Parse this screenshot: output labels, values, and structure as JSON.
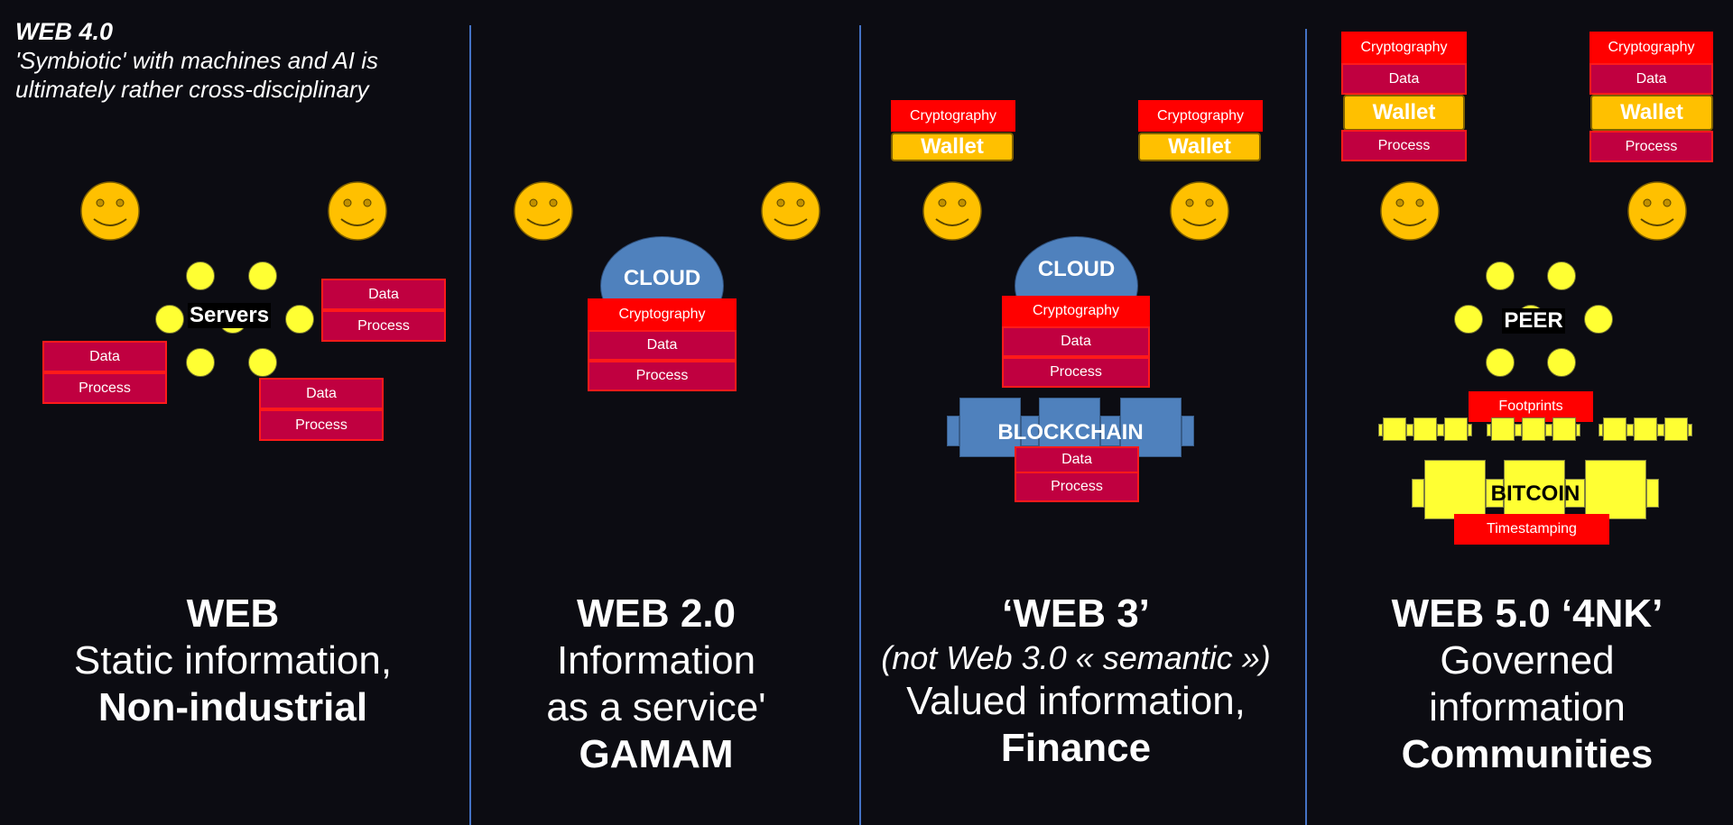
{
  "header": {
    "title": "WEB 4.0",
    "subtitle_line1": "'Symbiotic' with machines and AI is",
    "subtitle_line2": "ultimately rather cross-disciplinary"
  },
  "labels": {
    "cryptography": "Cryptography",
    "data": "Data",
    "process": "Process",
    "wallet": "Wallet",
    "cloud": "CLOUD",
    "servers": "Servers",
    "blockchain": "BLOCKCHAIN",
    "peer": "PEER",
    "footprints": "Footprints",
    "bitcoin": "BITCOIN",
    "timestamping": "Timestamping"
  },
  "columns": [
    {
      "line1": "WEB",
      "line2": "Static information,",
      "line3": "Non-industrial"
    },
    {
      "line1": "WEB 2.0",
      "line2": "Information",
      "line3": "as a service'",
      "line4": "GAMAM"
    },
    {
      "line1": "‘WEB 3’",
      "line2": "(not Web 3.0 « semantic »)",
      "line3": "Valued information,",
      "line4": "Finance"
    },
    {
      "line1": "WEB 5.0 ‘4NK’",
      "line2": "Governed",
      "line3": "information",
      "line4": "Communities"
    }
  ],
  "colors": {
    "background": "#0c0c12",
    "divider": "#4472c4",
    "smiley": "#ffc000",
    "node_yellow": "#ffff33",
    "cloud_blue": "#4f81bd",
    "crimson": "#c00040",
    "red": "#ff0000"
  },
  "icons": [
    "smiley-face-icon",
    "node-circle-icon",
    "cloud-icon",
    "chain-block-icon"
  ]
}
